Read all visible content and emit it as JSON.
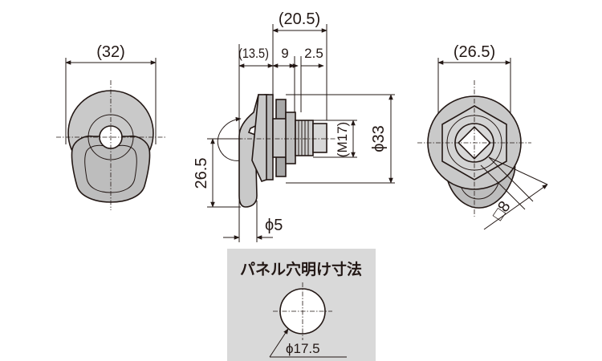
{
  "front_view": {
    "width_dim": "(32)"
  },
  "side_view": {
    "overall_dim": "(20.5)",
    "dim_a": "(13.5)",
    "dim_b": "9",
    "dim_c": "2.5",
    "thread_dim": "(M17)",
    "diameter_dim": "ϕ33",
    "handle_height_dim": "26.5",
    "handle_thickness_dim": "ϕ5"
  },
  "rear_view": {
    "width_dim": "(26.5)",
    "square_dim": "□8"
  },
  "panel_cutout": {
    "title": "パネル穴明け寸法",
    "hole_dim": "ϕ17.5"
  },
  "colors": {
    "ink": "#231815",
    "part_fill": "#c9c9c9",
    "panel_fill": "#d9d9d9",
    "metal_fill": "#b5b5b5"
  }
}
